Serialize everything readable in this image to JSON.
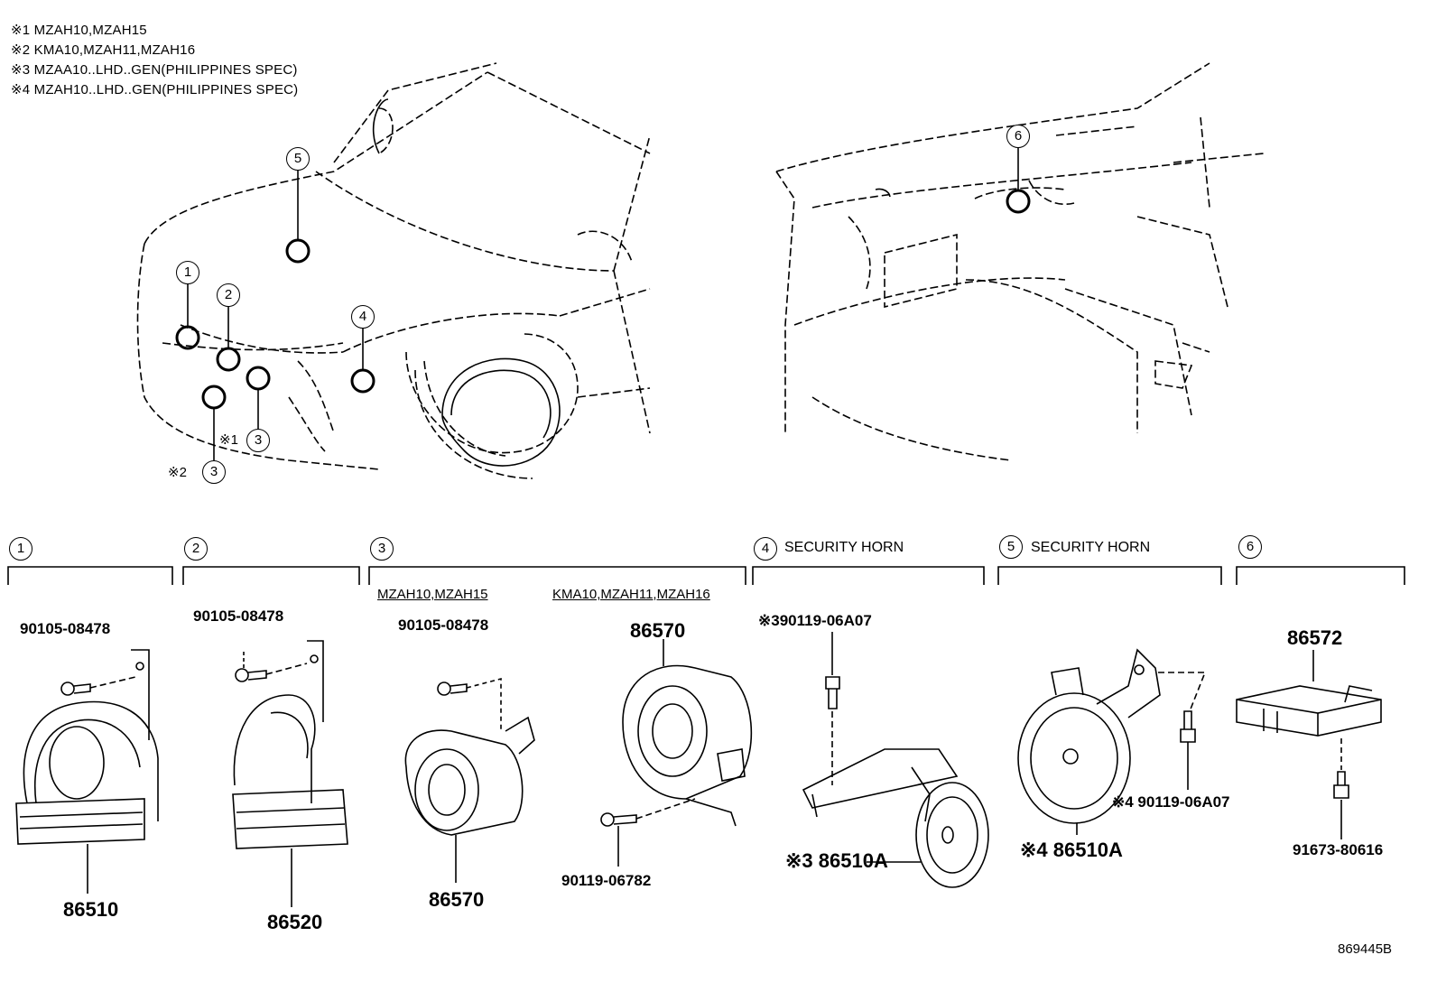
{
  "notes": [
    "※1 MZAH10,MZAH15",
    "※2 KMA10,MZAH11,MZAH16",
    "※3 MZAA10..LHD..GEN(PHILIPPINES SPEC)",
    "※4 MZAH10..LHD..GEN(PHILIPPINES SPEC)"
  ],
  "callouts": {
    "c1": "1",
    "c2": "2",
    "c3a": "3",
    "c3b": "3",
    "c4": "4",
    "c5": "5",
    "c6": "6",
    "note1": "※1",
    "note2": "※2"
  },
  "sections": [
    {
      "num": "1",
      "title": ""
    },
    {
      "num": "2",
      "title": ""
    },
    {
      "num": "3",
      "title": ""
    },
    {
      "num": "4",
      "title": "SECURITY HORN"
    },
    {
      "num": "5",
      "title": "SECURITY HORN"
    },
    {
      "num": "6",
      "title": ""
    }
  ],
  "sub_labels": {
    "s3a": "MZAH10,MZAH15",
    "s3b": "KMA10,MZAH11,MZAH16"
  },
  "parts": {
    "p1_bolt": "90105-08478",
    "p1_horn": "86510",
    "p2_bolt": "90105-08478",
    "p2_horn": "86520",
    "p3a_bolt": "90105-08478",
    "p3a_part": "86570",
    "p3b_part": "86570",
    "p3b_bolt": "90119-06782",
    "p4_bolt": "※390119-06A07",
    "p4_horn": "※3 86510A",
    "p5_bolt": "※4 90119-06A07",
    "p5_horn": "※4 86510A",
    "p6_part": "86572",
    "p6_bolt": "91673-80616"
  },
  "drawing_id": "869445B"
}
